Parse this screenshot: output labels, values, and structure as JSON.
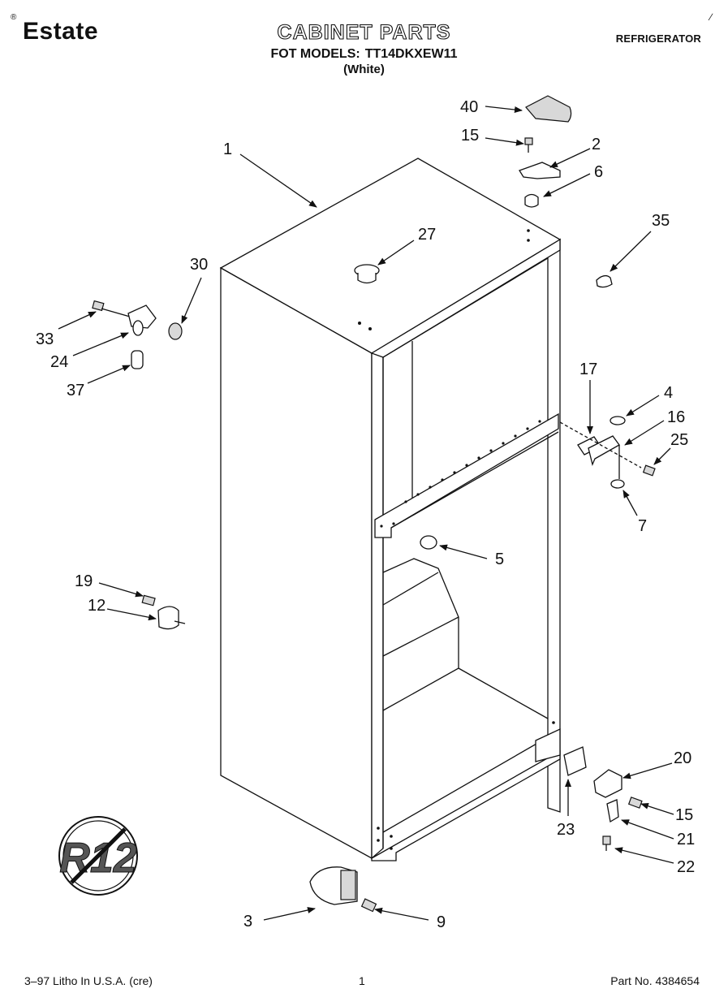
{
  "header": {
    "brand": "Estate",
    "brand_mark": "®",
    "title": "CABINET PARTS",
    "models_label": "FOT MODELS:",
    "model_number": "TT14DKXEW11",
    "color": "(White)",
    "category": "REFRIGERATOR",
    "corner_mark": "∕"
  },
  "footer": {
    "litho": "3–97 Litho In U.S.A. (cre)",
    "page": "1",
    "part_no": "Part No. 4384654"
  },
  "callouts": {
    "c1": "1",
    "c2": "2",
    "c3": "3",
    "c4": "4",
    "c5": "5",
    "c6": "6",
    "c7": "7",
    "c9": "9",
    "c12": "12",
    "c15a": "15",
    "c15b": "15",
    "c16": "16",
    "c17": "17",
    "c19": "19",
    "c20": "20",
    "c21": "21",
    "c22": "22",
    "c23": "23",
    "c24": "24",
    "c25": "25",
    "c27": "27",
    "c30": "30",
    "c33": "33",
    "c35": "35",
    "c37": "37",
    "c40": "40"
  },
  "badge": {
    "text": "R12"
  }
}
